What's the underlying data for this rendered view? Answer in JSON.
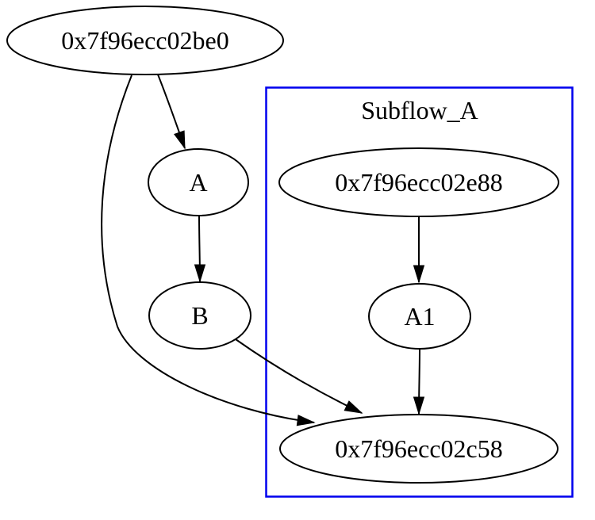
{
  "colors": {
    "background": "#ffffff",
    "node_stroke": "#000000",
    "edge_stroke": "#000000",
    "text": "#000000",
    "cluster_border": "#0000ee"
  },
  "cluster": {
    "label": "Subflow_A"
  },
  "nodes": {
    "be0": {
      "label": "0x7f96ecc02be0"
    },
    "a": {
      "label": "A"
    },
    "b": {
      "label": "B"
    },
    "e88": {
      "label": "0x7f96ecc02e88"
    },
    "a1": {
      "label": "A1"
    },
    "c58": {
      "label": "0x7f96ecc02c58"
    }
  },
  "edges": [
    {
      "from": "0x7f96ecc02be0",
      "to": "A"
    },
    {
      "from": "0x7f96ecc02be0",
      "to": "0x7f96ecc02c58"
    },
    {
      "from": "A",
      "to": "B"
    },
    {
      "from": "B",
      "to": "0x7f96ecc02c58"
    },
    {
      "from": "0x7f96ecc02e88",
      "to": "A1"
    },
    {
      "from": "A1",
      "to": "0x7f96ecc02c58"
    }
  ]
}
